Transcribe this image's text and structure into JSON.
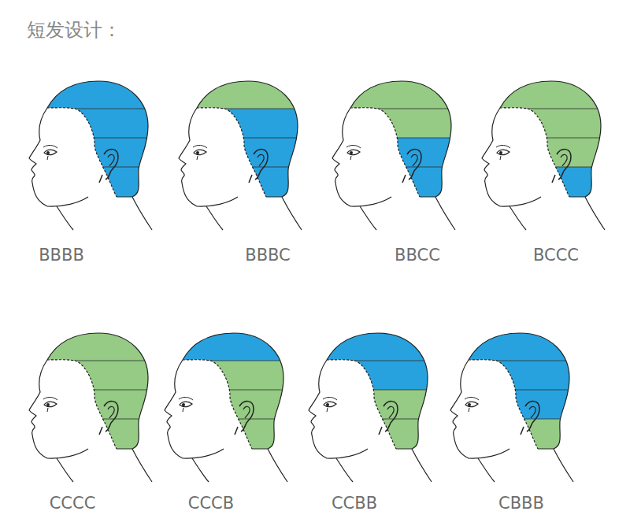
{
  "diagram": {
    "title": "短发设计：",
    "labels": [
      "BBBB",
      "BBBC",
      "BBCC",
      "BCCC",
      "CCCC",
      "CCCB",
      "CCBB",
      "CBBB"
    ]
  }
}
